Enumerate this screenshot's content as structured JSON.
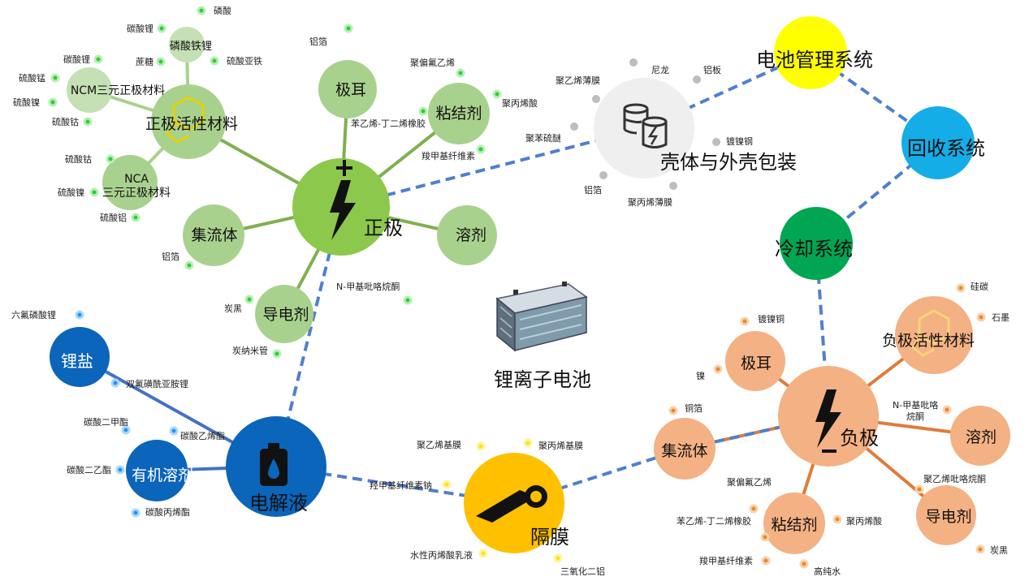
{
  "title": "锂离子电池",
  "colors": {
    "cathode": "#8CC84B",
    "cathode_light": "#A9D18E",
    "cathode_line": "#7FB04E",
    "anode": "#F4B183",
    "anode_line": "#E07B39",
    "anode_dot": "#E88A2E",
    "electrolyte": "#0B65BA",
    "electrolyte_dot": "#2196F3",
    "electrolyte_line": "#4472C4",
    "separator": "#FFC000",
    "separator_dot": "#FFE21A",
    "casing": "#EFEFEF",
    "casing_dot": "#BDBDBD",
    "bms": "#FFFF00",
    "recycle": "#14ADE8",
    "cooling": "#00A651",
    "dash": "#4F7FCE",
    "leaf_dot": "#33CC33",
    "leaf_dot_ring": "#B6F0B6"
  },
  "nodes": {
    "cathode": "正极",
    "cathode_active": "正极活性材料",
    "lfp": "磷酸铁锂",
    "ncm": "NCM三元正极材料",
    "nca": "NCA\n三元正极材料",
    "tab": "极耳",
    "binder": "粘结剂",
    "current_collector": "集流体",
    "conductive": "导电剂",
    "solvent": "溶剂",
    "casing": "壳体与外壳包装",
    "bms": "电池管理系统",
    "recycle": "回收系统",
    "cooling": "冷却系统",
    "electrolyte": "电解液",
    "lithium_salt": "锂盐",
    "organic_solvent": "有机溶剂",
    "separator": "隔膜",
    "anode": "负极",
    "anode_active": "负极活性材料",
    "anode_tab": "极耳",
    "anode_collector": "集流体",
    "anode_binder": "粘结剂",
    "anode_conductive": "导电剂",
    "anode_solvent": "溶剂"
  },
  "leaves": {
    "lfp_1": "磷酸",
    "lfp_2": "碳酸锂",
    "lfp_3": "蔗糖",
    "lfp_4": "硫酸亚铁",
    "ncm_1": "碳酸锂",
    "ncm_2": "硫酸锰",
    "ncm_3": "硫酸镍",
    "ncm_4": "硫酸钴",
    "nca_1": "硫酸钴",
    "nca_2": "硫酸镍",
    "nca_3": "硫酸铝",
    "cc_1": "铝箔",
    "tab_1": "铝箔",
    "binder_1": "聚偏氟乙烯",
    "binder_2": "聚丙烯酸",
    "binder_3": "苯乙烯-丁二烯橡胶",
    "binder_4": "羧甲基纤维素",
    "cond_1": "炭黑",
    "cond_2": "炭纳米管",
    "solvent_1": "N-甲基吡咯烷酮",
    "casing_1": "尼龙",
    "casing_2": "铝板",
    "casing_3": "聚乙烯薄膜",
    "casing_4": "聚苯硫醚",
    "casing_5": "镀镍钢",
    "casing_6": "铝箔",
    "casing_7": "聚丙烯薄膜",
    "salt_1": "六氟磷酸锂",
    "salt_2": "双氟磺酰亚胺锂",
    "org_1": "碳酸二甲酯",
    "org_2": "碳酸乙烯酯",
    "org_3": "碳酸二乙酯",
    "org_4": "碳酸丙烯酯",
    "sep_1": "聚乙烯基膜",
    "sep_2": "聚丙烯基膜",
    "sep_3": "羟甲基纤维素钠",
    "sep_4": "水性丙烯酸乳液",
    "sep_5": "三氧化二铝",
    "an_tab_1": "镀镍铜",
    "an_tab_2": "镍",
    "an_act_1": "硅碳",
    "an_act_2": "石墨",
    "an_cc_1": "铜箔",
    "an_sol_1": "N-甲基吡咯\n烷酮",
    "an_cond_1": "聚乙烯吡咯烷酮",
    "an_cond_2": "炭黑",
    "an_bind_1": "聚偏氟乙烯",
    "an_bind_2": "聚丙烯酸",
    "an_bind_3": "苯乙烯-丁二烯橡胶",
    "an_bind_4": "羧甲基纤维素",
    "an_bind_5": "高纯水"
  }
}
